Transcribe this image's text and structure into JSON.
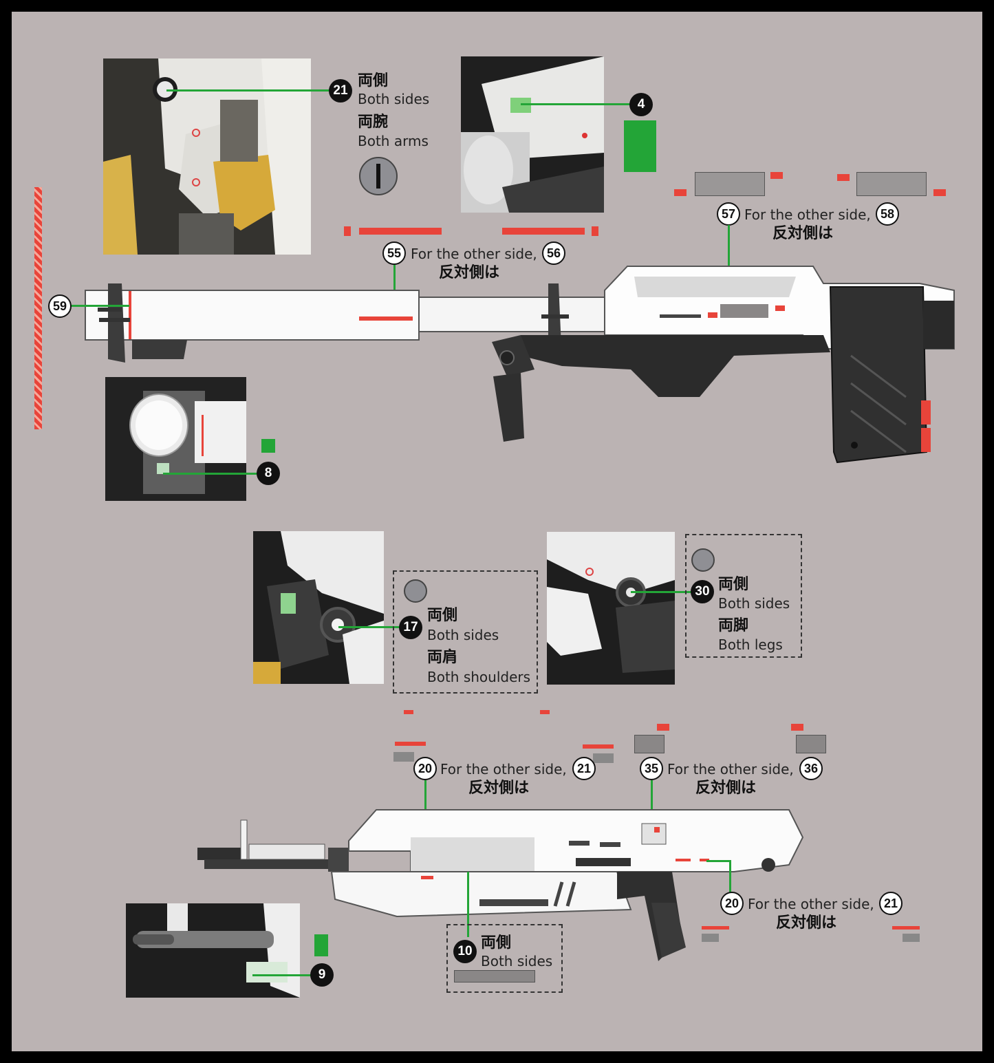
{
  "colors": {
    "background": "#bbb3b3",
    "frame": "#000000",
    "decal_green": "#23a537",
    "decal_red": "#e8443a",
    "decal_grey": "#8f8f94",
    "callout_black": "#111111"
  },
  "callouts": {
    "c21_top": {
      "number": "21",
      "jp1": "両側",
      "en1": "Both sides",
      "jp2": "両腕",
      "en2": "Both arms"
    },
    "c4": {
      "number": "4"
    },
    "c57": {
      "number": "57",
      "text": "For the other side,",
      "alt": "58",
      "jp": "反対側は"
    },
    "c55": {
      "number": "55",
      "text": "For the other side,",
      "alt": "56",
      "jp": "反対側は"
    },
    "c59": {
      "number": "59"
    },
    "c8": {
      "number": "8"
    },
    "c17": {
      "number": "17",
      "jp1": "両側",
      "en1": "Both sides",
      "jp2": "両肩",
      "en2": "Both shoulders"
    },
    "c30": {
      "number": "30",
      "jp1": "両側",
      "en1": "Both sides",
      "jp2": "両脚",
      "en2": "Both legs"
    },
    "c20a": {
      "number": "20",
      "text": "For the other side,",
      "alt": "21",
      "jp": "反対側は"
    },
    "c35": {
      "number": "35",
      "text": "For the other side,",
      "alt": "36",
      "jp": "反対側は"
    },
    "c20b": {
      "number": "20",
      "text": "For the other side,",
      "alt": "21",
      "jp": "反対側は"
    },
    "c10": {
      "number": "10",
      "jp1": "両側",
      "en1": "Both sides"
    },
    "c9": {
      "number": "9"
    }
  }
}
